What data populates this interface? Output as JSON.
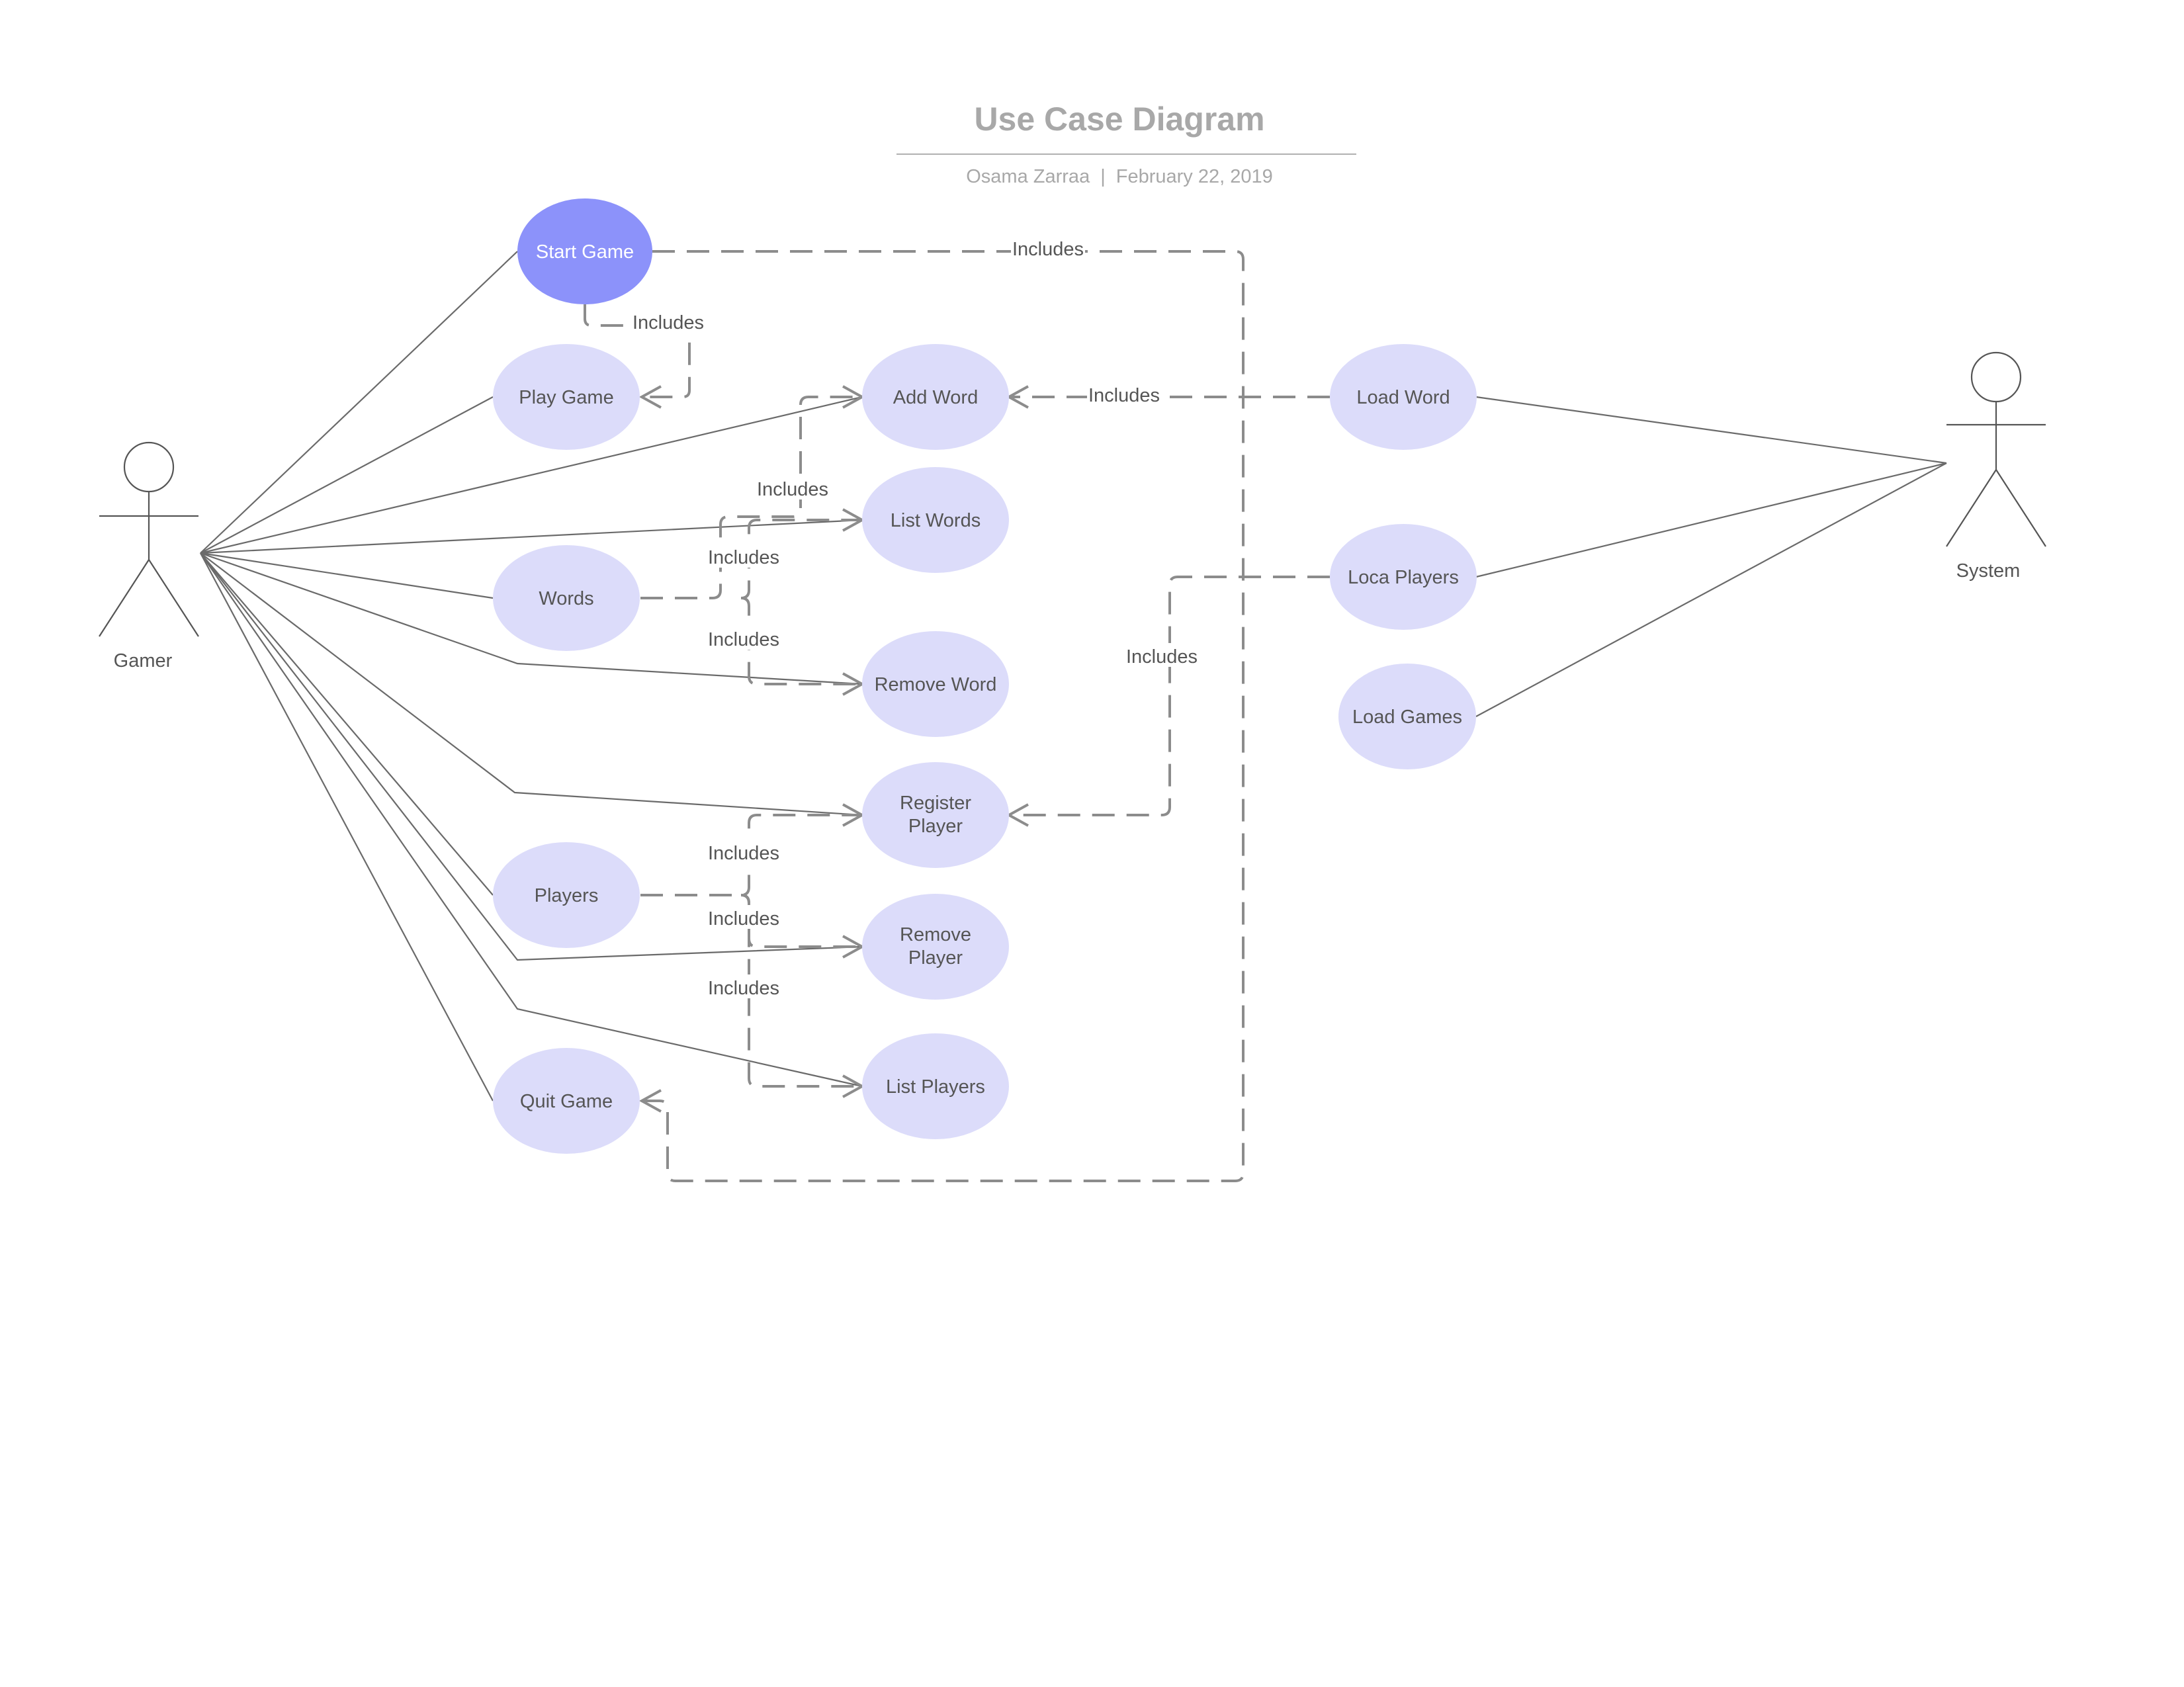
{
  "header": {
    "title": "Use Case Diagram",
    "author": "Osama Zarraa",
    "separator": "|",
    "date": "February 22, 2019"
  },
  "actors": [
    {
      "id": "gamer",
      "label": "Gamer"
    },
    {
      "id": "system",
      "label": "System"
    }
  ],
  "use_cases": [
    {
      "id": "start-game",
      "lines": [
        "Start Game"
      ],
      "highlighted": true
    },
    {
      "id": "play-game",
      "lines": [
        "Play Game"
      ]
    },
    {
      "id": "words",
      "lines": [
        "Words"
      ]
    },
    {
      "id": "players",
      "lines": [
        "Players"
      ]
    },
    {
      "id": "quit-game",
      "lines": [
        "Quit Game"
      ]
    },
    {
      "id": "add-word",
      "lines": [
        "Add Word"
      ]
    },
    {
      "id": "list-words",
      "lines": [
        "List Words"
      ]
    },
    {
      "id": "remove-word",
      "lines": [
        "Remove Word"
      ]
    },
    {
      "id": "register-player",
      "lines": [
        "Register",
        "Player"
      ]
    },
    {
      "id": "remove-player",
      "lines": [
        "Remove",
        "Player"
      ]
    },
    {
      "id": "list-players",
      "lines": [
        "List Players"
      ]
    },
    {
      "id": "load-word",
      "lines": [
        "Load Word"
      ]
    },
    {
      "id": "loca-players",
      "lines": [
        "Loca Players"
      ]
    },
    {
      "id": "load-games",
      "lines": [
        "Load Games"
      ]
    }
  ],
  "associations": [
    [
      "gamer",
      "start-game"
    ],
    [
      "gamer",
      "play-game"
    ],
    [
      "gamer",
      "add-word"
    ],
    [
      "gamer",
      "list-words"
    ],
    [
      "gamer",
      "words"
    ],
    [
      "gamer",
      "remove-word"
    ],
    [
      "gamer",
      "register-player"
    ],
    [
      "gamer",
      "players"
    ],
    [
      "gamer",
      "remove-player"
    ],
    [
      "gamer",
      "list-players"
    ],
    [
      "gamer",
      "quit-game"
    ],
    [
      "system",
      "load-word"
    ],
    [
      "system",
      "loca-players"
    ],
    [
      "system",
      "load-games"
    ]
  ],
  "relationships": [
    {
      "id": "start-quit",
      "from": "start-game",
      "to": "quit-game",
      "label": "Includes"
    },
    {
      "id": "start-play",
      "from": "start-game",
      "to": "play-game",
      "label": "Includes"
    },
    {
      "id": "load-add",
      "from": "load-word",
      "to": "add-word",
      "label": "Includes"
    },
    {
      "id": "words-add",
      "from": "words",
      "to": "add-word",
      "label": "Includes"
    },
    {
      "id": "words-list",
      "from": "words",
      "to": "list-words",
      "label": "Includes"
    },
    {
      "id": "words-remove",
      "from": "words",
      "to": "remove-word",
      "label": "Includes"
    },
    {
      "id": "loca-register",
      "from": "loca-players",
      "to": "register-player",
      "label": "Includes"
    },
    {
      "id": "players-register",
      "from": "players",
      "to": "register-player",
      "label": "Includes"
    },
    {
      "id": "players-remove",
      "from": "players",
      "to": "remove-player",
      "label": "Includes"
    },
    {
      "id": "players-list",
      "from": "players",
      "to": "list-players",
      "label": "Includes"
    }
  ]
}
